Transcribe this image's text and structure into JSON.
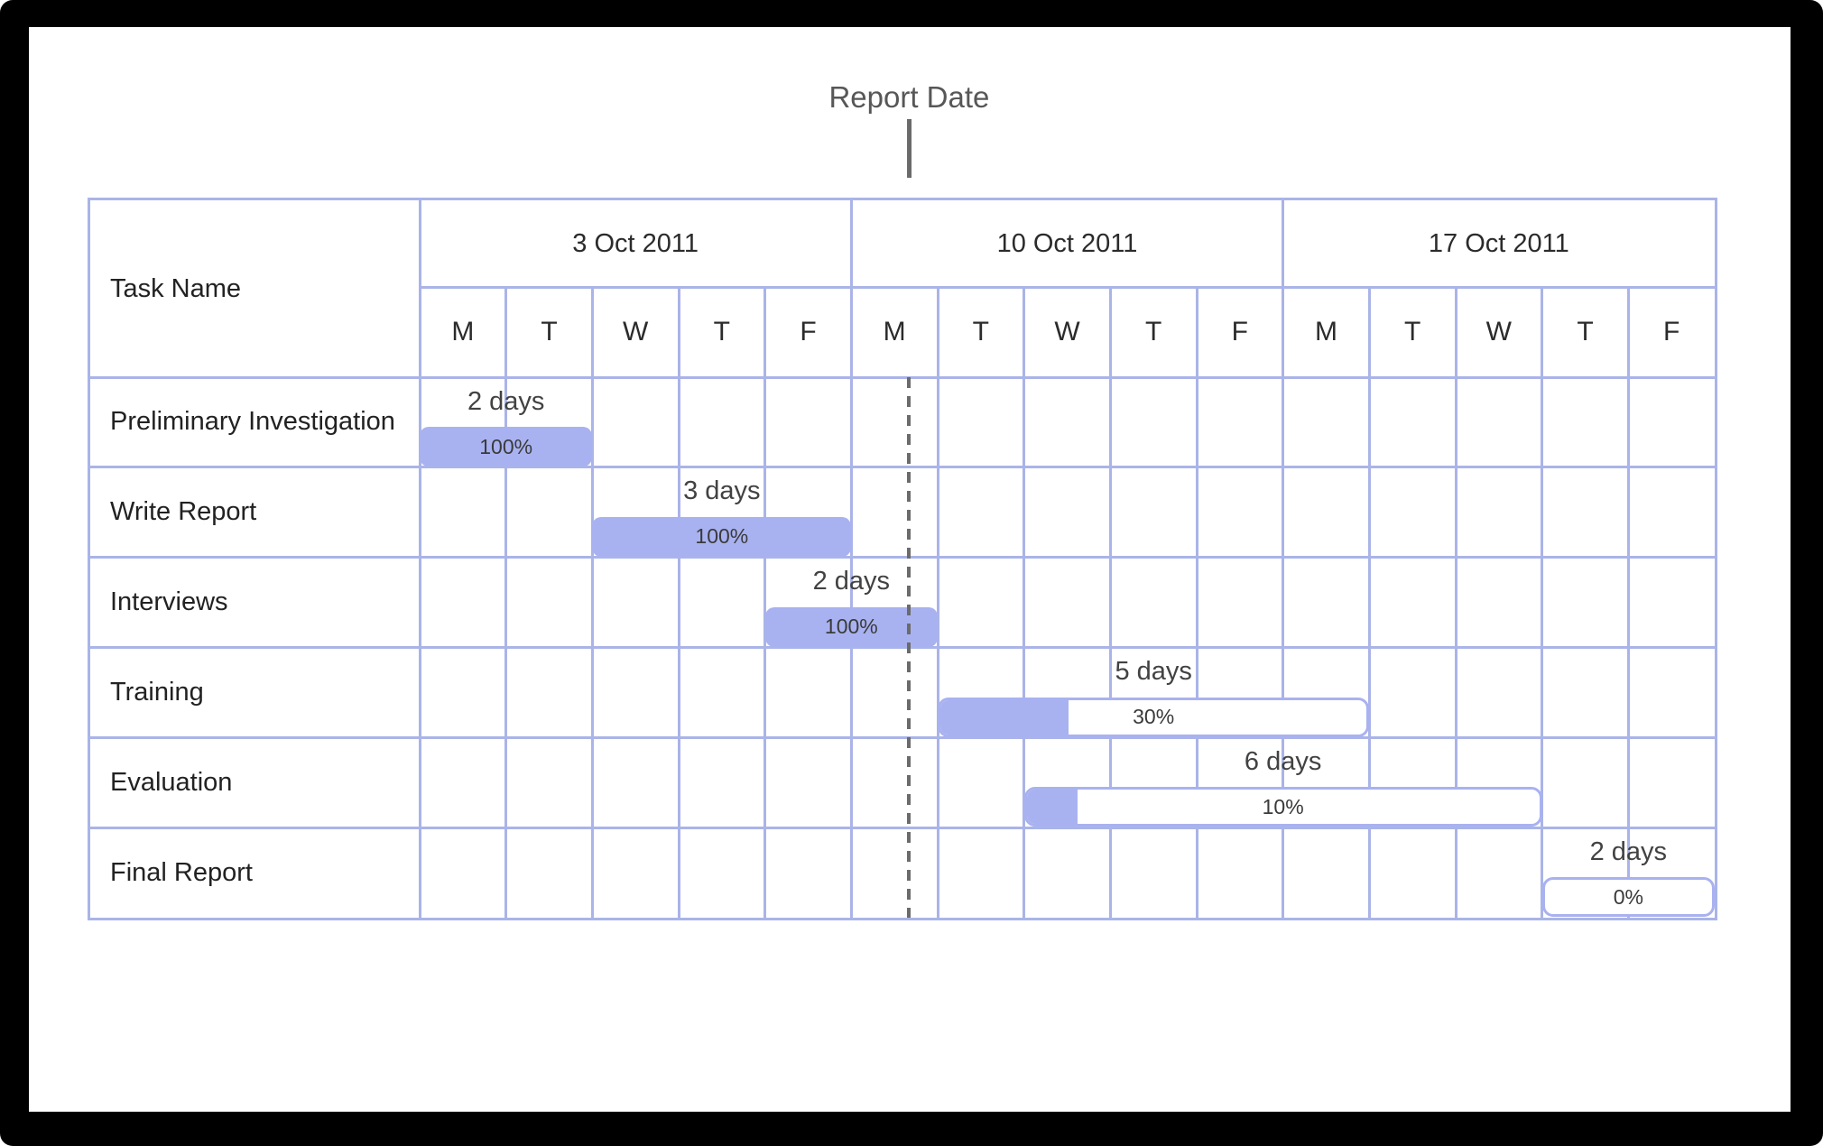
{
  "frame": {
    "background": "#000000",
    "page_background": "#ffffff"
  },
  "report_marker": {
    "label": "Report Date",
    "day_position": 5.67
  },
  "table": {
    "task_name_header": "Task Name",
    "weeks": [
      {
        "label": "3 Oct 2011",
        "days": [
          "M",
          "T",
          "W",
          "T",
          "F"
        ]
      },
      {
        "label": "10 Oct 2011",
        "days": [
          "M",
          "T",
          "W",
          "T",
          "F"
        ]
      },
      {
        "label": "17 Oct 2011",
        "days": [
          "M",
          "T",
          "W",
          "T",
          "F"
        ]
      }
    ]
  },
  "tasks": [
    {
      "name": "Preliminary Investigation",
      "duration_label": "2 days",
      "percent_label": "100%",
      "start_day": 0,
      "duration_days": 2,
      "percent_complete": 100
    },
    {
      "name": "Write Report",
      "duration_label": "3 days",
      "percent_label": "100%",
      "start_day": 2,
      "duration_days": 3,
      "percent_complete": 100
    },
    {
      "name": "Interviews",
      "duration_label": "2 days",
      "percent_label": "100%",
      "start_day": 4,
      "duration_days": 2,
      "percent_complete": 100
    },
    {
      "name": "Training",
      "duration_label": "5 days",
      "percent_label": "30%",
      "start_day": 6,
      "duration_days": 5,
      "percent_complete": 30
    },
    {
      "name": "Evaluation",
      "duration_label": "6 days",
      "percent_label": "10%",
      "start_day": 7,
      "duration_days": 6,
      "percent_complete": 10
    },
    {
      "name": "Final Report",
      "duration_label": "2 days",
      "percent_label": "0%",
      "start_day": 13,
      "duration_days": 2,
      "percent_complete": 0
    }
  ],
  "colors": {
    "accent_fill": "#a9b2f0",
    "grid_border": "#aab4e8",
    "marker_line": "#6b6b6b",
    "text_dark": "#222222",
    "text_medium": "#424242"
  },
  "chart_data": {
    "type": "bar",
    "subtype": "gantt",
    "title": "",
    "x_axis": {
      "unit": "day",
      "range_days": [
        0,
        15
      ],
      "weeks": [
        "3 Oct 2011",
        "10 Oct 2011",
        "17 Oct 2011"
      ],
      "day_labels": [
        "M",
        "T",
        "W",
        "T",
        "F"
      ]
    },
    "report_date_marker_day": 5.67,
    "series": [
      {
        "task": "Preliminary Investigation",
        "start_day": 0,
        "duration_days": 2,
        "percent_complete": 100
      },
      {
        "task": "Write Report",
        "start_day": 2,
        "duration_days": 3,
        "percent_complete": 100
      },
      {
        "task": "Interviews",
        "start_day": 4,
        "duration_days": 2,
        "percent_complete": 100
      },
      {
        "task": "Training",
        "start_day": 6,
        "duration_days": 5,
        "percent_complete": 30
      },
      {
        "task": "Evaluation",
        "start_day": 7,
        "duration_days": 6,
        "percent_complete": 10
      },
      {
        "task": "Final Report",
        "start_day": 13,
        "duration_days": 2,
        "percent_complete": 0
      }
    ],
    "legend": "none",
    "grid": true
  }
}
